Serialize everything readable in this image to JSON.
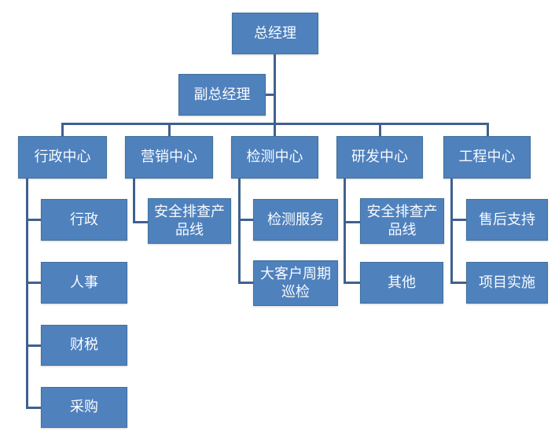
{
  "diagram": {
    "type": "org-chart",
    "background_color": "#ffffff",
    "node_fill_color": "#4f81bd",
    "node_border_color": "#41719c",
    "node_text_color": "#f8fbfe",
    "connector_color": "#40618f",
    "tree": {
      "label": "总经理",
      "deputy": {
        "label": "副总经理"
      },
      "children": [
        {
          "label": "行政中心",
          "children": [
            {
              "label": "行政"
            },
            {
              "label": "人事"
            },
            {
              "label": "财税"
            },
            {
              "label": "采购"
            }
          ]
        },
        {
          "label": "营销中心",
          "children": [
            {
              "label": "安全排查产品线"
            }
          ]
        },
        {
          "label": "检测中心",
          "children": [
            {
              "label": "检测服务"
            },
            {
              "label": "大客户周期巡检"
            }
          ]
        },
        {
          "label": "研发中心",
          "children": [
            {
              "label": "安全排查产品线"
            },
            {
              "label": "其他"
            }
          ]
        },
        {
          "label": "工程中心",
          "children": [
            {
              "label": "售后支持"
            },
            {
              "label": "项目实施"
            }
          ]
        }
      ]
    }
  }
}
